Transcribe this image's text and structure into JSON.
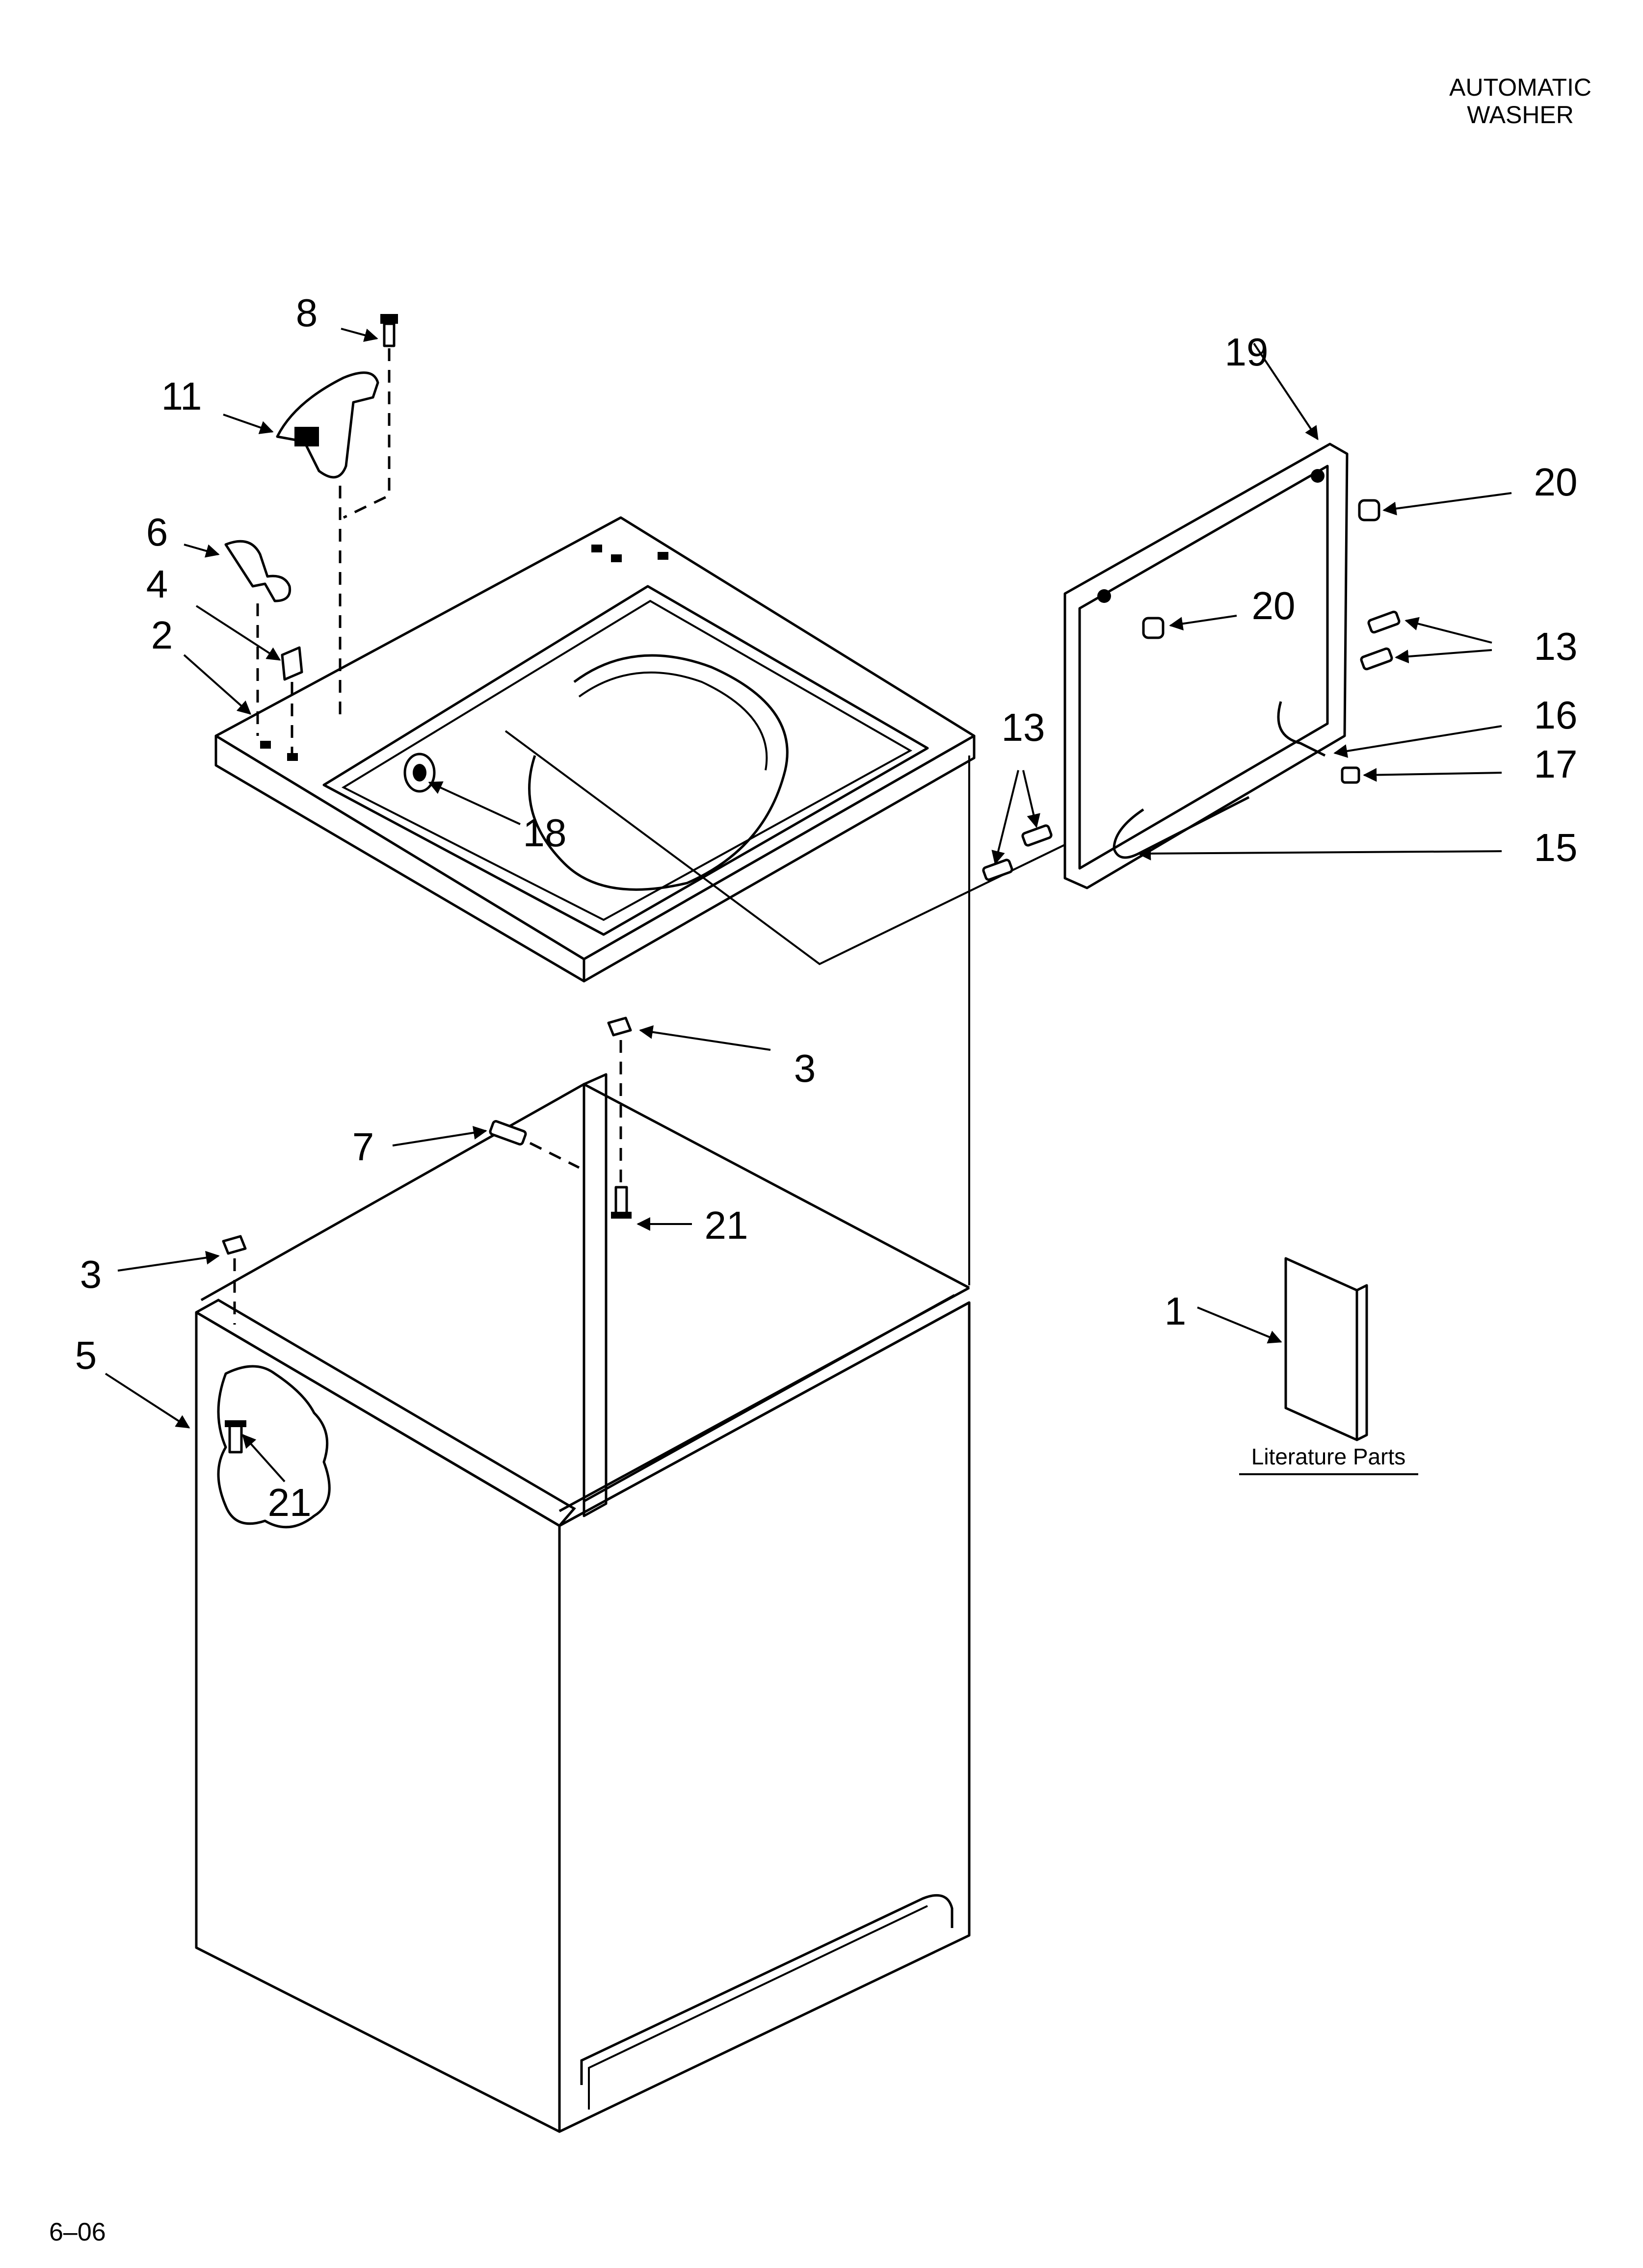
{
  "header": {
    "line1": "AUTOMATIC",
    "line2": "WASHER"
  },
  "footer": {
    "date_code": "6–06"
  },
  "literature": {
    "caption": "Literature Parts"
  },
  "callouts": {
    "c1": "1",
    "c2": "2",
    "c3a": "3",
    "c3b": "3",
    "c4": "4",
    "c5": "5",
    "c6": "6",
    "c7": "7",
    "c8": "8",
    "c11": "11",
    "c13a": "13",
    "c13b": "13",
    "c15": "15",
    "c16": "16",
    "c17": "17",
    "c18": "18",
    "c19": "19",
    "c20a": "20",
    "c20b": "20",
    "c21a": "21",
    "c21b": "21"
  }
}
